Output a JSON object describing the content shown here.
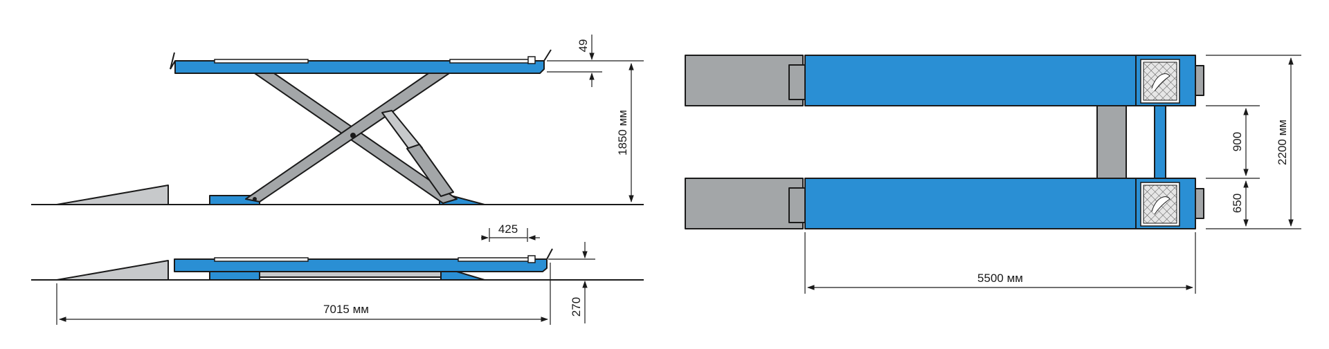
{
  "colors": {
    "platform_blue": "#2a8fd4",
    "steel_gray": "#a3a6a8",
    "line": "#1a1a1a"
  },
  "side_view_raised": {
    "height_label": "1850 мм",
    "deck_thickness_label": "49"
  },
  "side_view_lowered": {
    "overall_length_label": "7015 мм",
    "stop_offset_label": "425",
    "lowered_height_label": "270"
  },
  "top_view": {
    "length_label": "5500 мм",
    "overall_width_label": "2200 мм",
    "inner_gap_label": "900",
    "runway_width_label": "650"
  }
}
